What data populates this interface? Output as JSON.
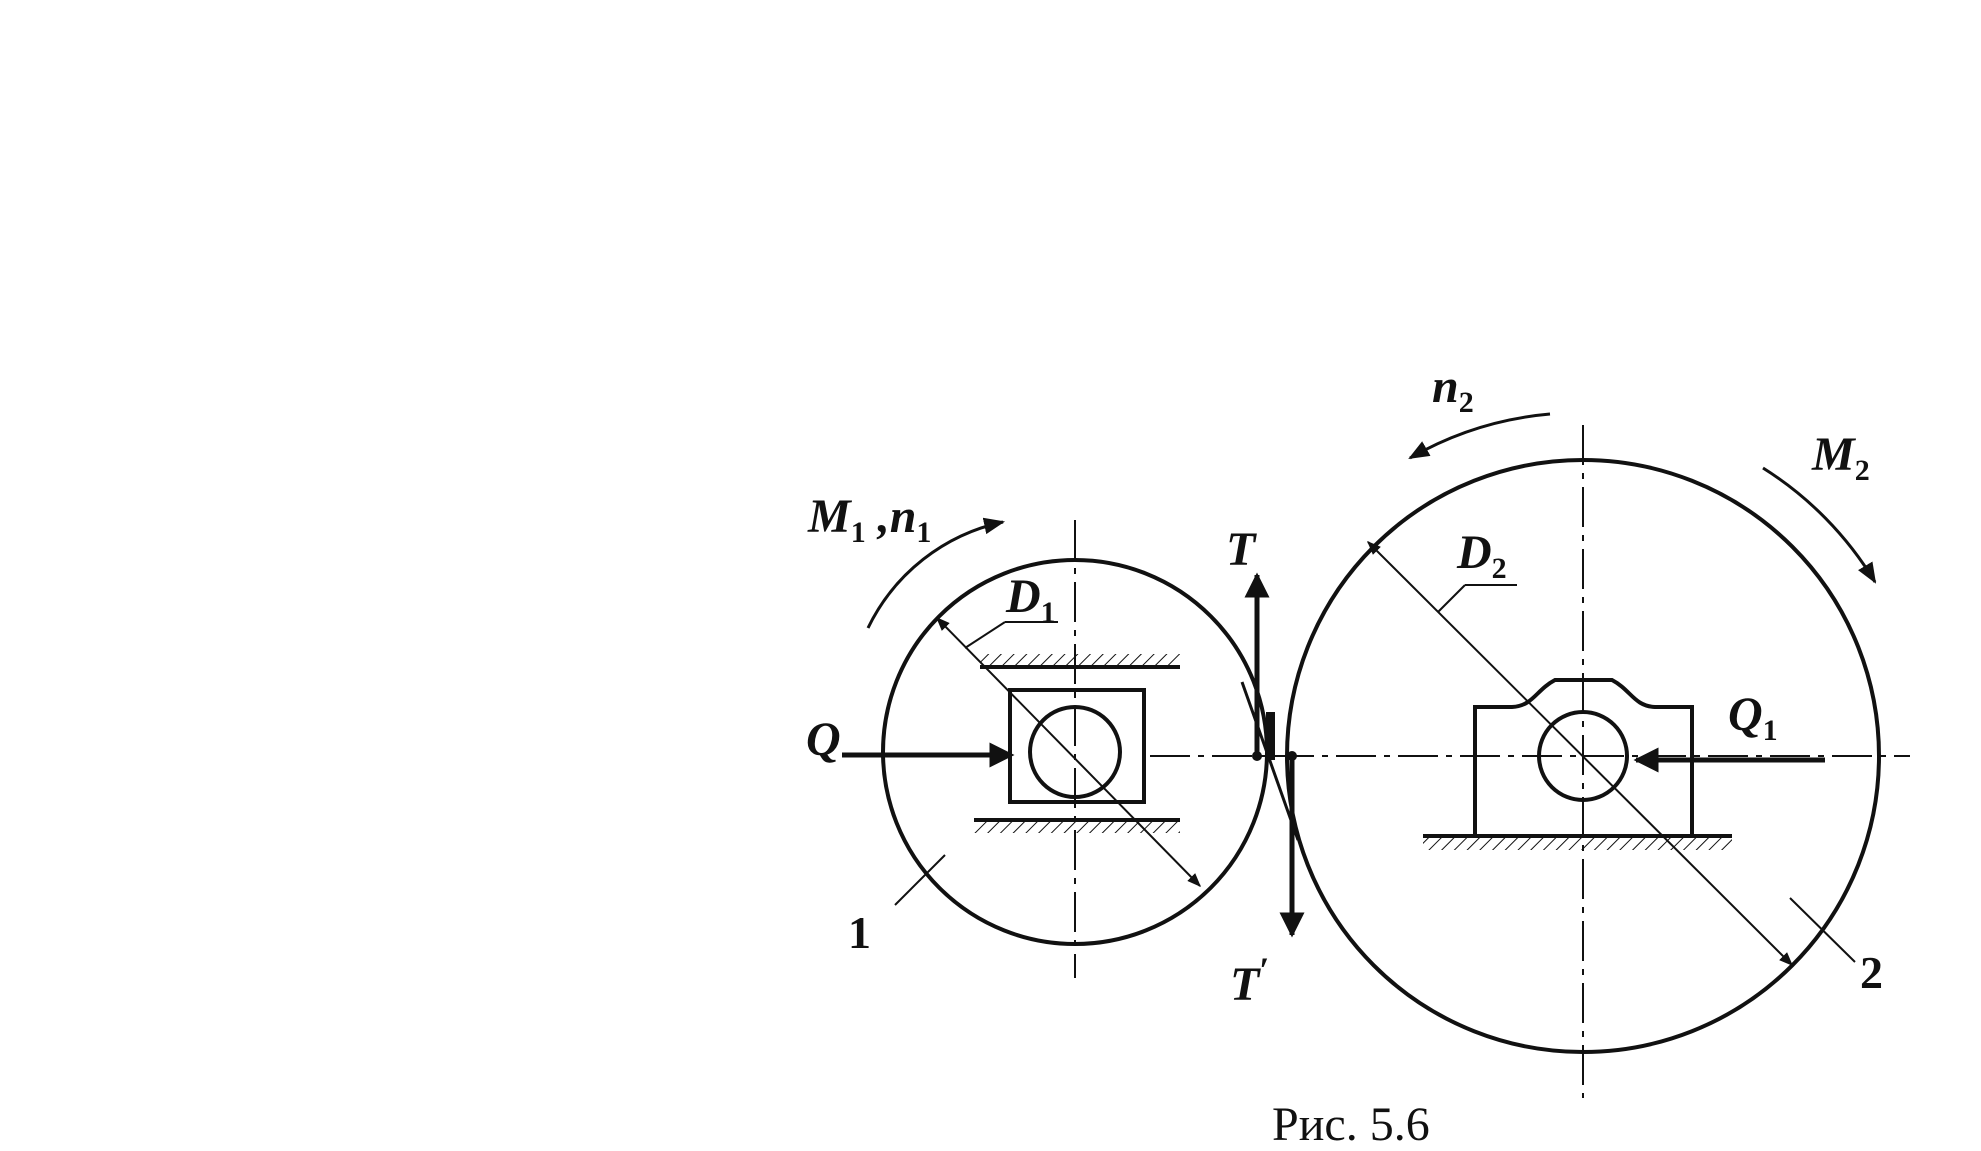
{
  "labels": {
    "m1_main": "M",
    "m1_sub": "1",
    "m1_sep": " ,",
    "n1_main": "n",
    "n1_sub": "1",
    "d1_main": "D",
    "d1_sub": "1",
    "q_main": "Q",
    "part1": "1",
    "t_main": "T",
    "tp_main": "T",
    "tp_prime": "′",
    "n2_main": "n",
    "n2_sub": "2",
    "m2_main": "M",
    "m2_sub": "2",
    "d2_main": "D",
    "d2_sub": "2",
    "q1_main": "Q",
    "q1_sub": "1",
    "part2": "2"
  },
  "caption": "Рис. 5.6"
}
